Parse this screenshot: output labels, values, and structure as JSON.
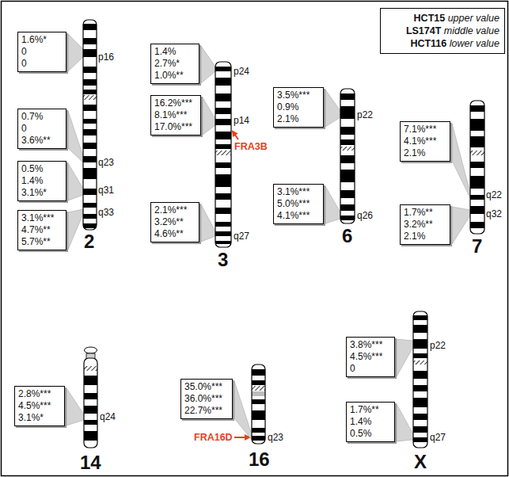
{
  "diagram": {
    "nodes": [
      {
        "text": [
          "HCT15 upper value",
          "LS174T middle value",
          "HCT116 lower value"
        ]
      },
      {
        "text": [
          "1.6%*",
          "0",
          "0"
        ]
      },
      {
        "text": [
          "0.7%",
          "0",
          "3.6%**"
        ]
      },
      {
        "text": [
          "0.5%",
          "1.4%",
          "3.1%*"
        ]
      },
      {
        "text": [
          "3.1%***",
          "4.7%**",
          "5.7%**"
        ]
      },
      {
        "text": [
          "1.4%",
          "2.7%*",
          "1.0%**"
        ]
      },
      {
        "text": [
          "16.2%***",
          "8.1%***",
          "17.0%***"
        ]
      },
      {
        "text": [
          "2.1%***",
          "3.2%**",
          "4.6%**"
        ]
      },
      {
        "text": [
          "3.5%***",
          "0.9%",
          "2.1%"
        ]
      },
      {
        "text": [
          "3.1%***",
          "5.0%***",
          "4.1%***"
        ]
      },
      {
        "text": [
          "7.1%***",
          "4.1%***",
          "2.1%"
        ]
      },
      {
        "text": [
          "1.7%**",
          "3.2%**",
          "2.1%"
        ]
      },
      {
        "text": [
          "2.8%***",
          "4.5%***",
          "3.1%*"
        ]
      },
      {
        "text": [
          "35.0%***",
          "36.0%***",
          "22.7%***"
        ]
      },
      {
        "text": [
          "3.8%***",
          "4.5%***",
          "0"
        ]
      },
      {
        "text": [
          "1.7%**",
          "1.4%",
          "0.5%"
        ]
      }
    ],
    "labels": [
      "p16",
      "q23",
      "q31",
      "q33",
      "2",
      "p24",
      "p14",
      "FRA3B",
      "q27",
      "3",
      "p22",
      "q26",
      "6",
      "q22",
      "q32",
      "7",
      "q24",
      "14",
      "FRA16D",
      "q23",
      "16",
      "p22",
      "q27",
      "X"
    ]
  }
}
